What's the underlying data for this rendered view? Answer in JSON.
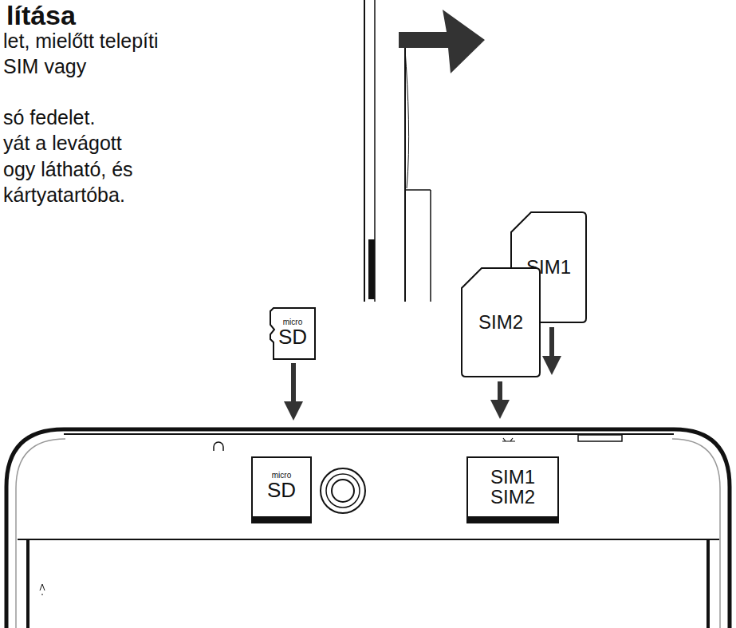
{
  "diagram": {
    "title": "lítása",
    "nodes": [
      {
        "text": [
          "micro",
          "SD"
        ]
      },
      {
        "text": [
          "SIM1"
        ]
      },
      {
        "text": [
          "SIM2"
        ]
      },
      {
        "text": [
          "micro",
          "SD"
        ]
      },
      {
        "text": [
          "SIM1 SIM2"
        ]
      }
    ],
    "labels": [
      "let, mielőtt telepíti",
      "SIM vagy",
      "só fedelet.",
      "yát a levágott",
      "ogy látható, és",
      "kártyatartóba."
    ]
  }
}
